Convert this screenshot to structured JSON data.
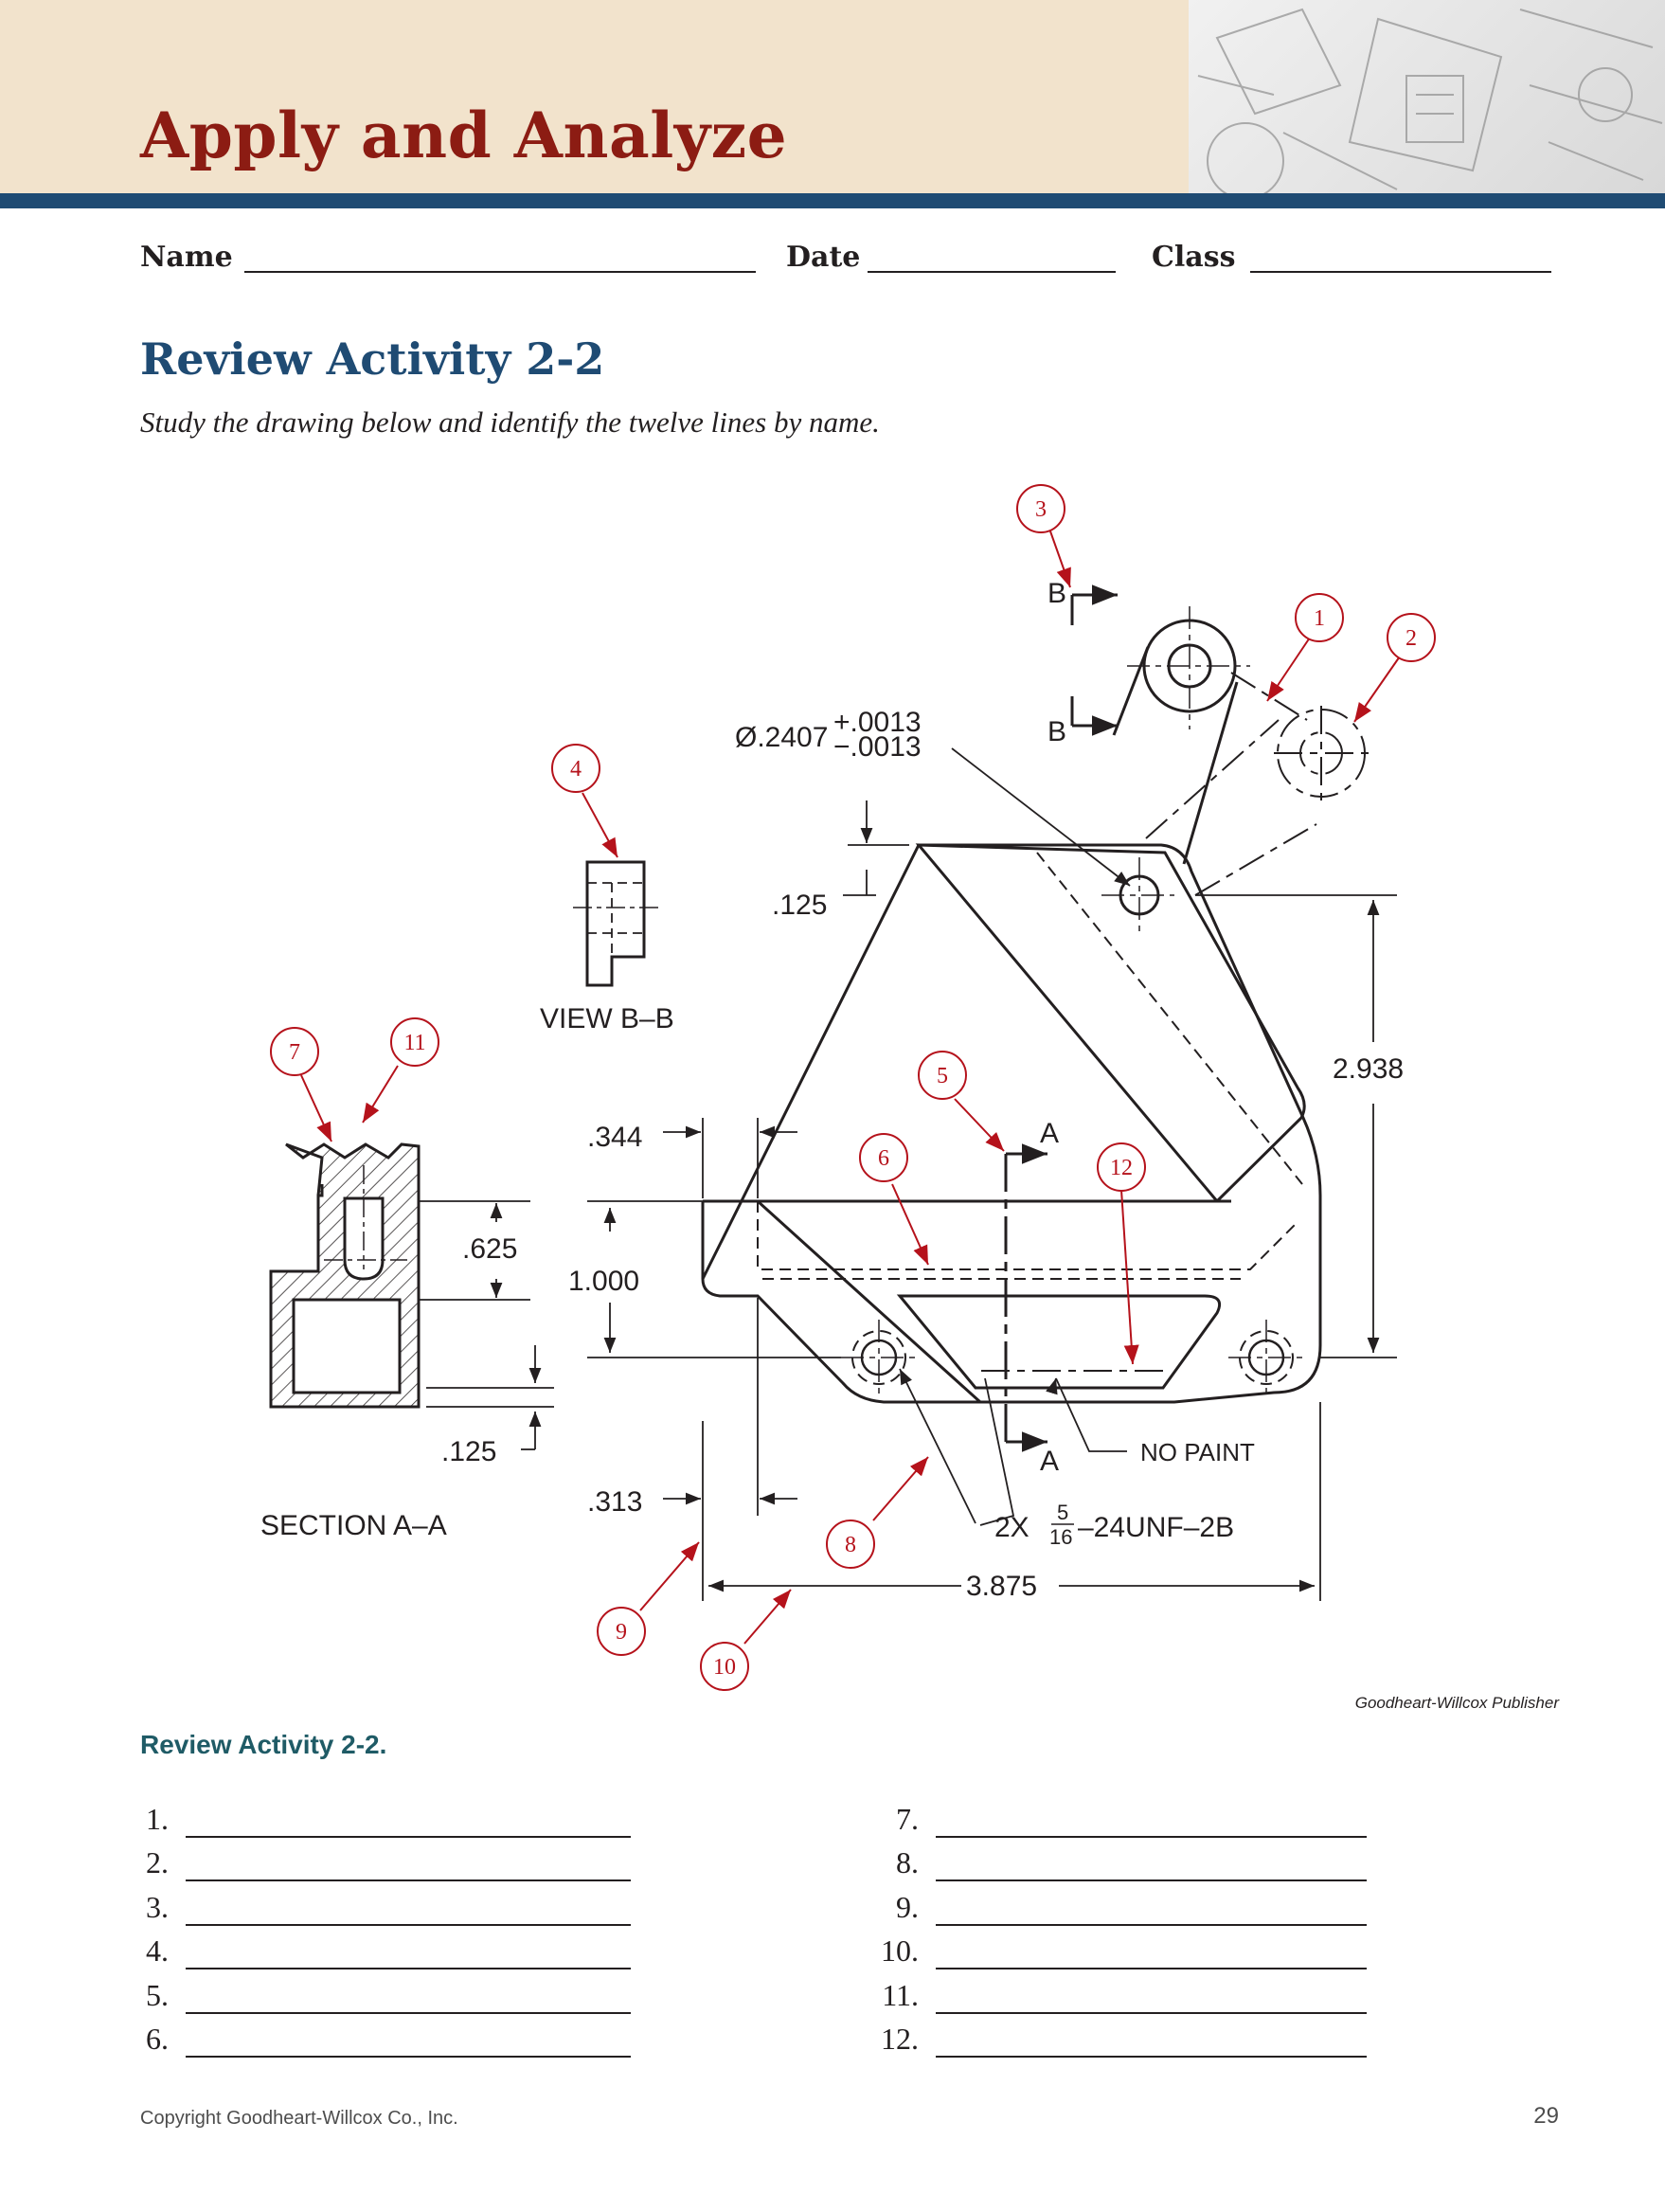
{
  "banner": {
    "title": "Apply and Analyze"
  },
  "header_fields": {
    "name": "Name",
    "date": "Date",
    "class": "Class"
  },
  "activity": {
    "title": "Review Activity 2-2",
    "instruction": "Study the drawing below and identify the twelve lines by name."
  },
  "drawing": {
    "callouts": [
      "1",
      "2",
      "3",
      "4",
      "5",
      "6",
      "7",
      "8",
      "9",
      "10",
      "11",
      "12"
    ],
    "labels": {
      "section_letter_b": "B",
      "section_letter_a": "A",
      "hole_diameter": "Ø.2407",
      "tol_plus": "+.0013",
      "tol_minus": "−.0013",
      "dim_125_top": ".125",
      "view_bb": "VIEW B–B",
      "dim_2938": "2.938",
      "dim_344": ".344",
      "dim_1000": "1.000",
      "dim_625": ".625",
      "dim_125_section": ".125",
      "section_aa": "SECTION A–A",
      "dim_313": ".313",
      "no_paint": "NO PAINT",
      "thread_prefix": "2X",
      "thread_num": "5",
      "thread_den": "16",
      "thread_suffix": "–24UNF–2B",
      "dim_3875": "3.875"
    },
    "credit": "Goodheart-Willcox Publisher"
  },
  "review_caption": "Review Activity 2-2.",
  "answers": [
    "1.",
    "2.",
    "3.",
    "4.",
    "5.",
    "6.",
    "7.",
    "8.",
    "9.",
    "10.",
    "11.",
    "12."
  ],
  "footer": {
    "copyright": "Copyright Goodheart-Willcox Co., Inc.",
    "page": "29"
  },
  "colors": {
    "banner_bg": "#f2e3cc",
    "bar": "#1f4b73",
    "title": "#8c1c13",
    "heading": "#1f4b73",
    "callout": "#b5121b",
    "caption": "#1f5b66"
  }
}
